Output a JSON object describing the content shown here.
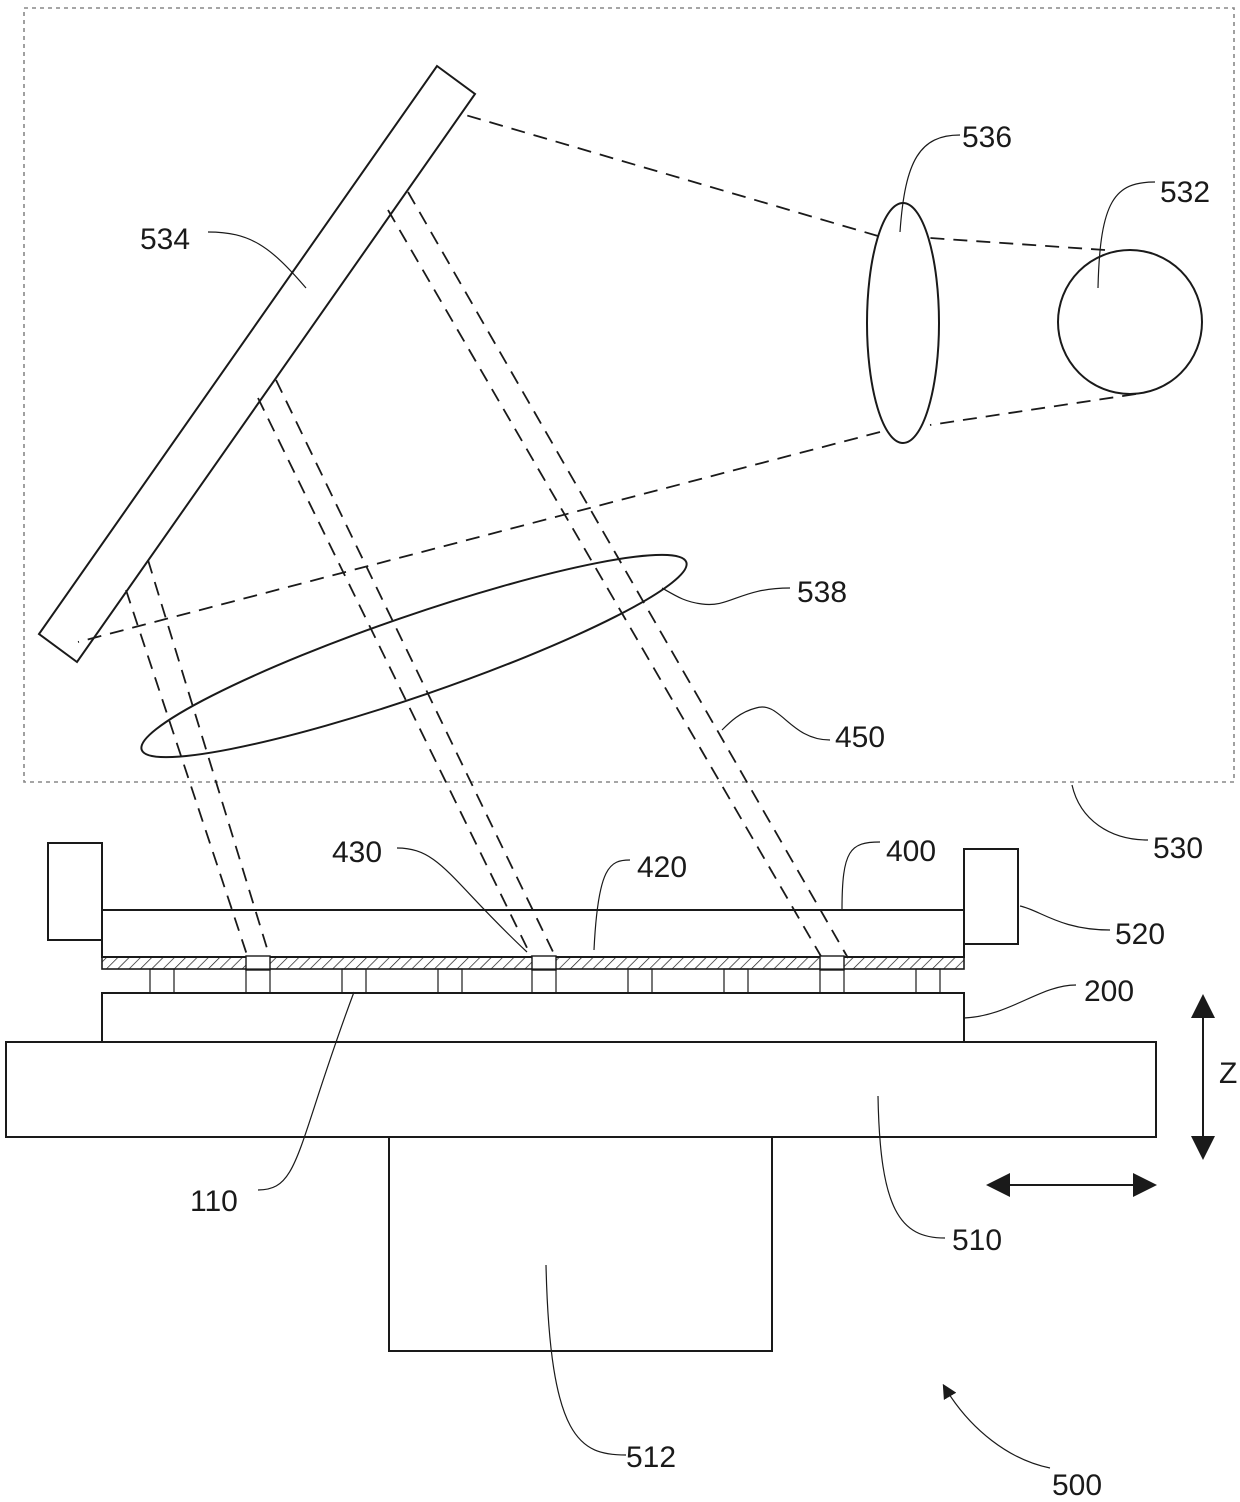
{
  "labels": {
    "l534": "534",
    "l536": "536",
    "l532": "532",
    "l538": "538",
    "l450": "450",
    "l530": "530",
    "l430": "430",
    "l420": "420",
    "l400": "400",
    "l520": "520",
    "l200": "200",
    "lz": "Z",
    "l110": "110",
    "l510": "510",
    "l512": "512",
    "l500": "500"
  }
}
